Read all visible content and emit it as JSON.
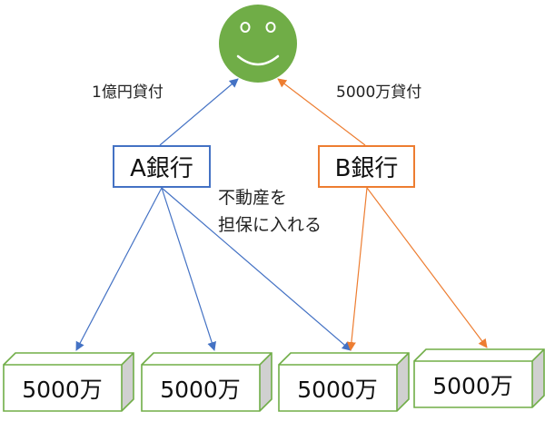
{
  "smiley": {
    "icon": "smiley-face-icon",
    "color": "#70ad47"
  },
  "edge_labels": {
    "a_loan": "1億円貸付",
    "b_loan": "5000万貸付"
  },
  "banks": {
    "a": {
      "label": "A銀行",
      "color": "#4472c4"
    },
    "b": {
      "label": "B銀行",
      "color": "#ed7d31"
    }
  },
  "collateral_note": {
    "line1": "不動産を",
    "line2": "担保に入れる"
  },
  "assets": [
    {
      "label": "5000万"
    },
    {
      "label": "5000万"
    },
    {
      "label": "5000万"
    },
    {
      "label": "5000万"
    }
  ],
  "colors": {
    "asset_border": "#70ad47",
    "asset_side": "#d0d0d0"
  }
}
